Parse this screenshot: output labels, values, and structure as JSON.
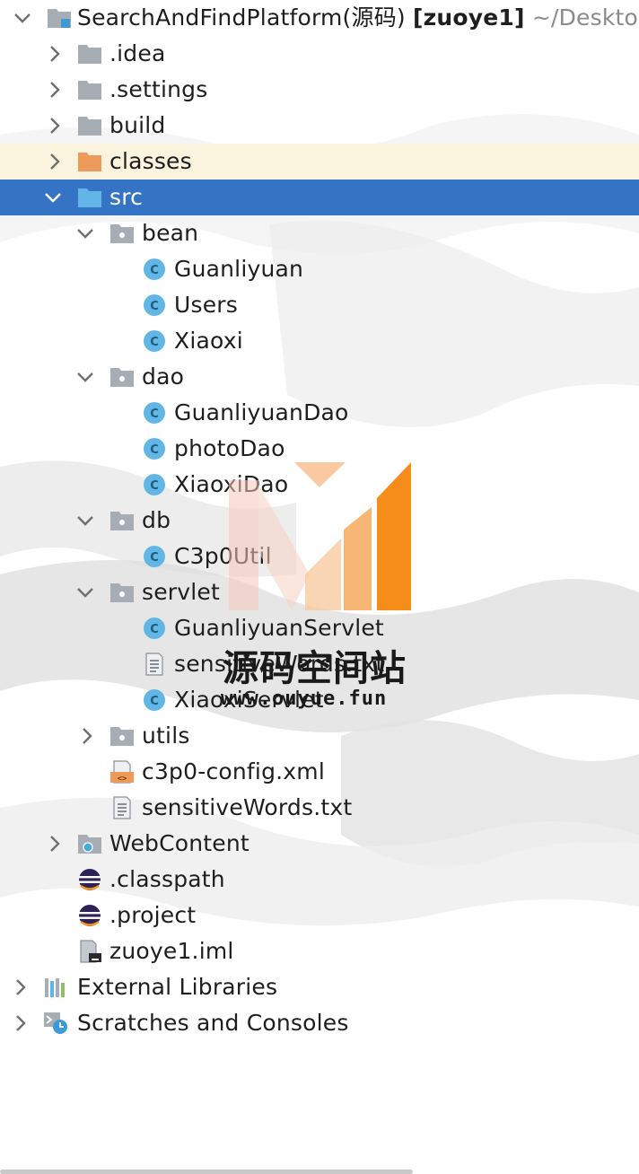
{
  "project": {
    "name": "SearchAndFindPlatform(源码)",
    "module": "[zuoye1]",
    "path": "~/Desktop"
  },
  "nodes": {
    "idea": ".idea",
    "settings": ".settings",
    "build": "build",
    "classes": "classes",
    "src": "src",
    "bean": "bean",
    "guanliyuan": "Guanliyuan",
    "users": "Users",
    "xiaoxi": "Xiaoxi",
    "dao": "dao",
    "guanliyuanDao": "GuanliyuanDao",
    "photoDao": "photoDao",
    "xiaoxiDao": "XiaoxiDao",
    "db": "db",
    "c3p0util": "C3p0Util",
    "servlet": "servlet",
    "guanliyuanServlet": "GuanliyuanServlet",
    "sensitiveWordsInner": "sensitiveWords.txt",
    "xiaoxiServlet": "XiaoxiServlet",
    "utils": "utils",
    "c3p0config": "c3p0-config.xml",
    "sensitiveWords": "sensitiveWords.txt",
    "webContent": "WebContent",
    "classpath": ".classpath",
    "projectFile": ".project",
    "iml": "zuoye1.iml",
    "externalLibraries": "External Libraries",
    "scratches": "Scratches and Consoles"
  },
  "watermark": {
    "title": "源码空间站",
    "url": "www.ouyue.fun"
  },
  "colors": {
    "selection": "#3574c4",
    "highlight": "#faf3dc",
    "classIcon": "#4aa7d8",
    "folder": "#a7adb5",
    "excludedFolder": "#ee9a5c",
    "sourceFolder": "#4aa7d8"
  }
}
